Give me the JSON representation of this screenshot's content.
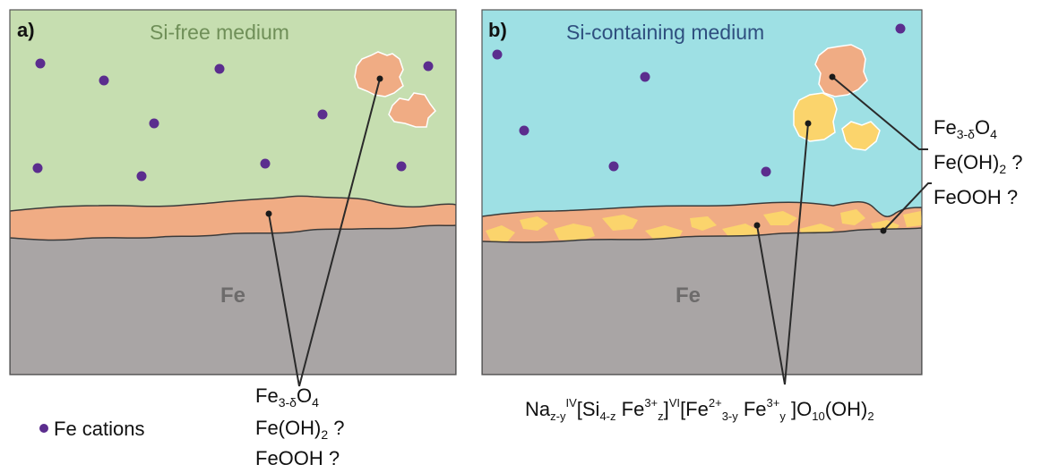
{
  "colors": {
    "medium_a": "#c6deb0",
    "medium_b": "#9ee0e4",
    "layer_orange": "#f0ac84",
    "particle_yellow": "#fbd46c",
    "iron_gray": "#a9a5a5",
    "cation_purple": "#5b2d8e",
    "outline": "#3a3a3a",
    "label_green": "#6f8f58",
    "label_blue": "#2f4f7f",
    "fe_gray": "#6d6b6b"
  },
  "panel_a": {
    "tag": "a)",
    "medium_label": "Si-free medium",
    "substrate_label": "Fe"
  },
  "panel_b": {
    "tag": "b)",
    "medium_label": "Si-containing medium",
    "substrate_label": "Fe"
  },
  "legend": {
    "icon": "purple-dot-icon",
    "label": "Fe cations"
  },
  "annotation_a": {
    "line1": {
      "base": "Fe",
      "sub": "3-δ",
      "base2": "O",
      "sub2": "4"
    },
    "line2": {
      "base": "Fe(OH)",
      "sub": "2",
      "tail": " ?"
    },
    "line3": "FeOOH ?"
  },
  "annotation_b": {
    "line1": {
      "base": "Fe",
      "sub": "3-δ",
      "base2": "O",
      "sub2": "4"
    },
    "line2": {
      "base": "Fe(OH)",
      "sub": "2",
      "tail": " ?"
    },
    "line3": "FeOOH ?"
  },
  "formula_b": {
    "na": "Na",
    "na_sub": "z-y",
    "iv_sup": "IV",
    "si_open": "[Si",
    "si_sub": "4-z",
    "fe3": " Fe",
    "fe3_sup": "3+",
    "fe3_sub": "z",
    "close1": "]",
    "vi_sup": "VI",
    "fe2_open": "[Fe",
    "fe2_sup": "2+",
    "fe2_sub": "3-y",
    "fe3b": " Fe",
    "fe3b_sup": "3+",
    "fe3b_sub": "y",
    "close2": " ]O",
    "o_sub": "10",
    "oh": "(OH)",
    "oh_sub": "2"
  }
}
